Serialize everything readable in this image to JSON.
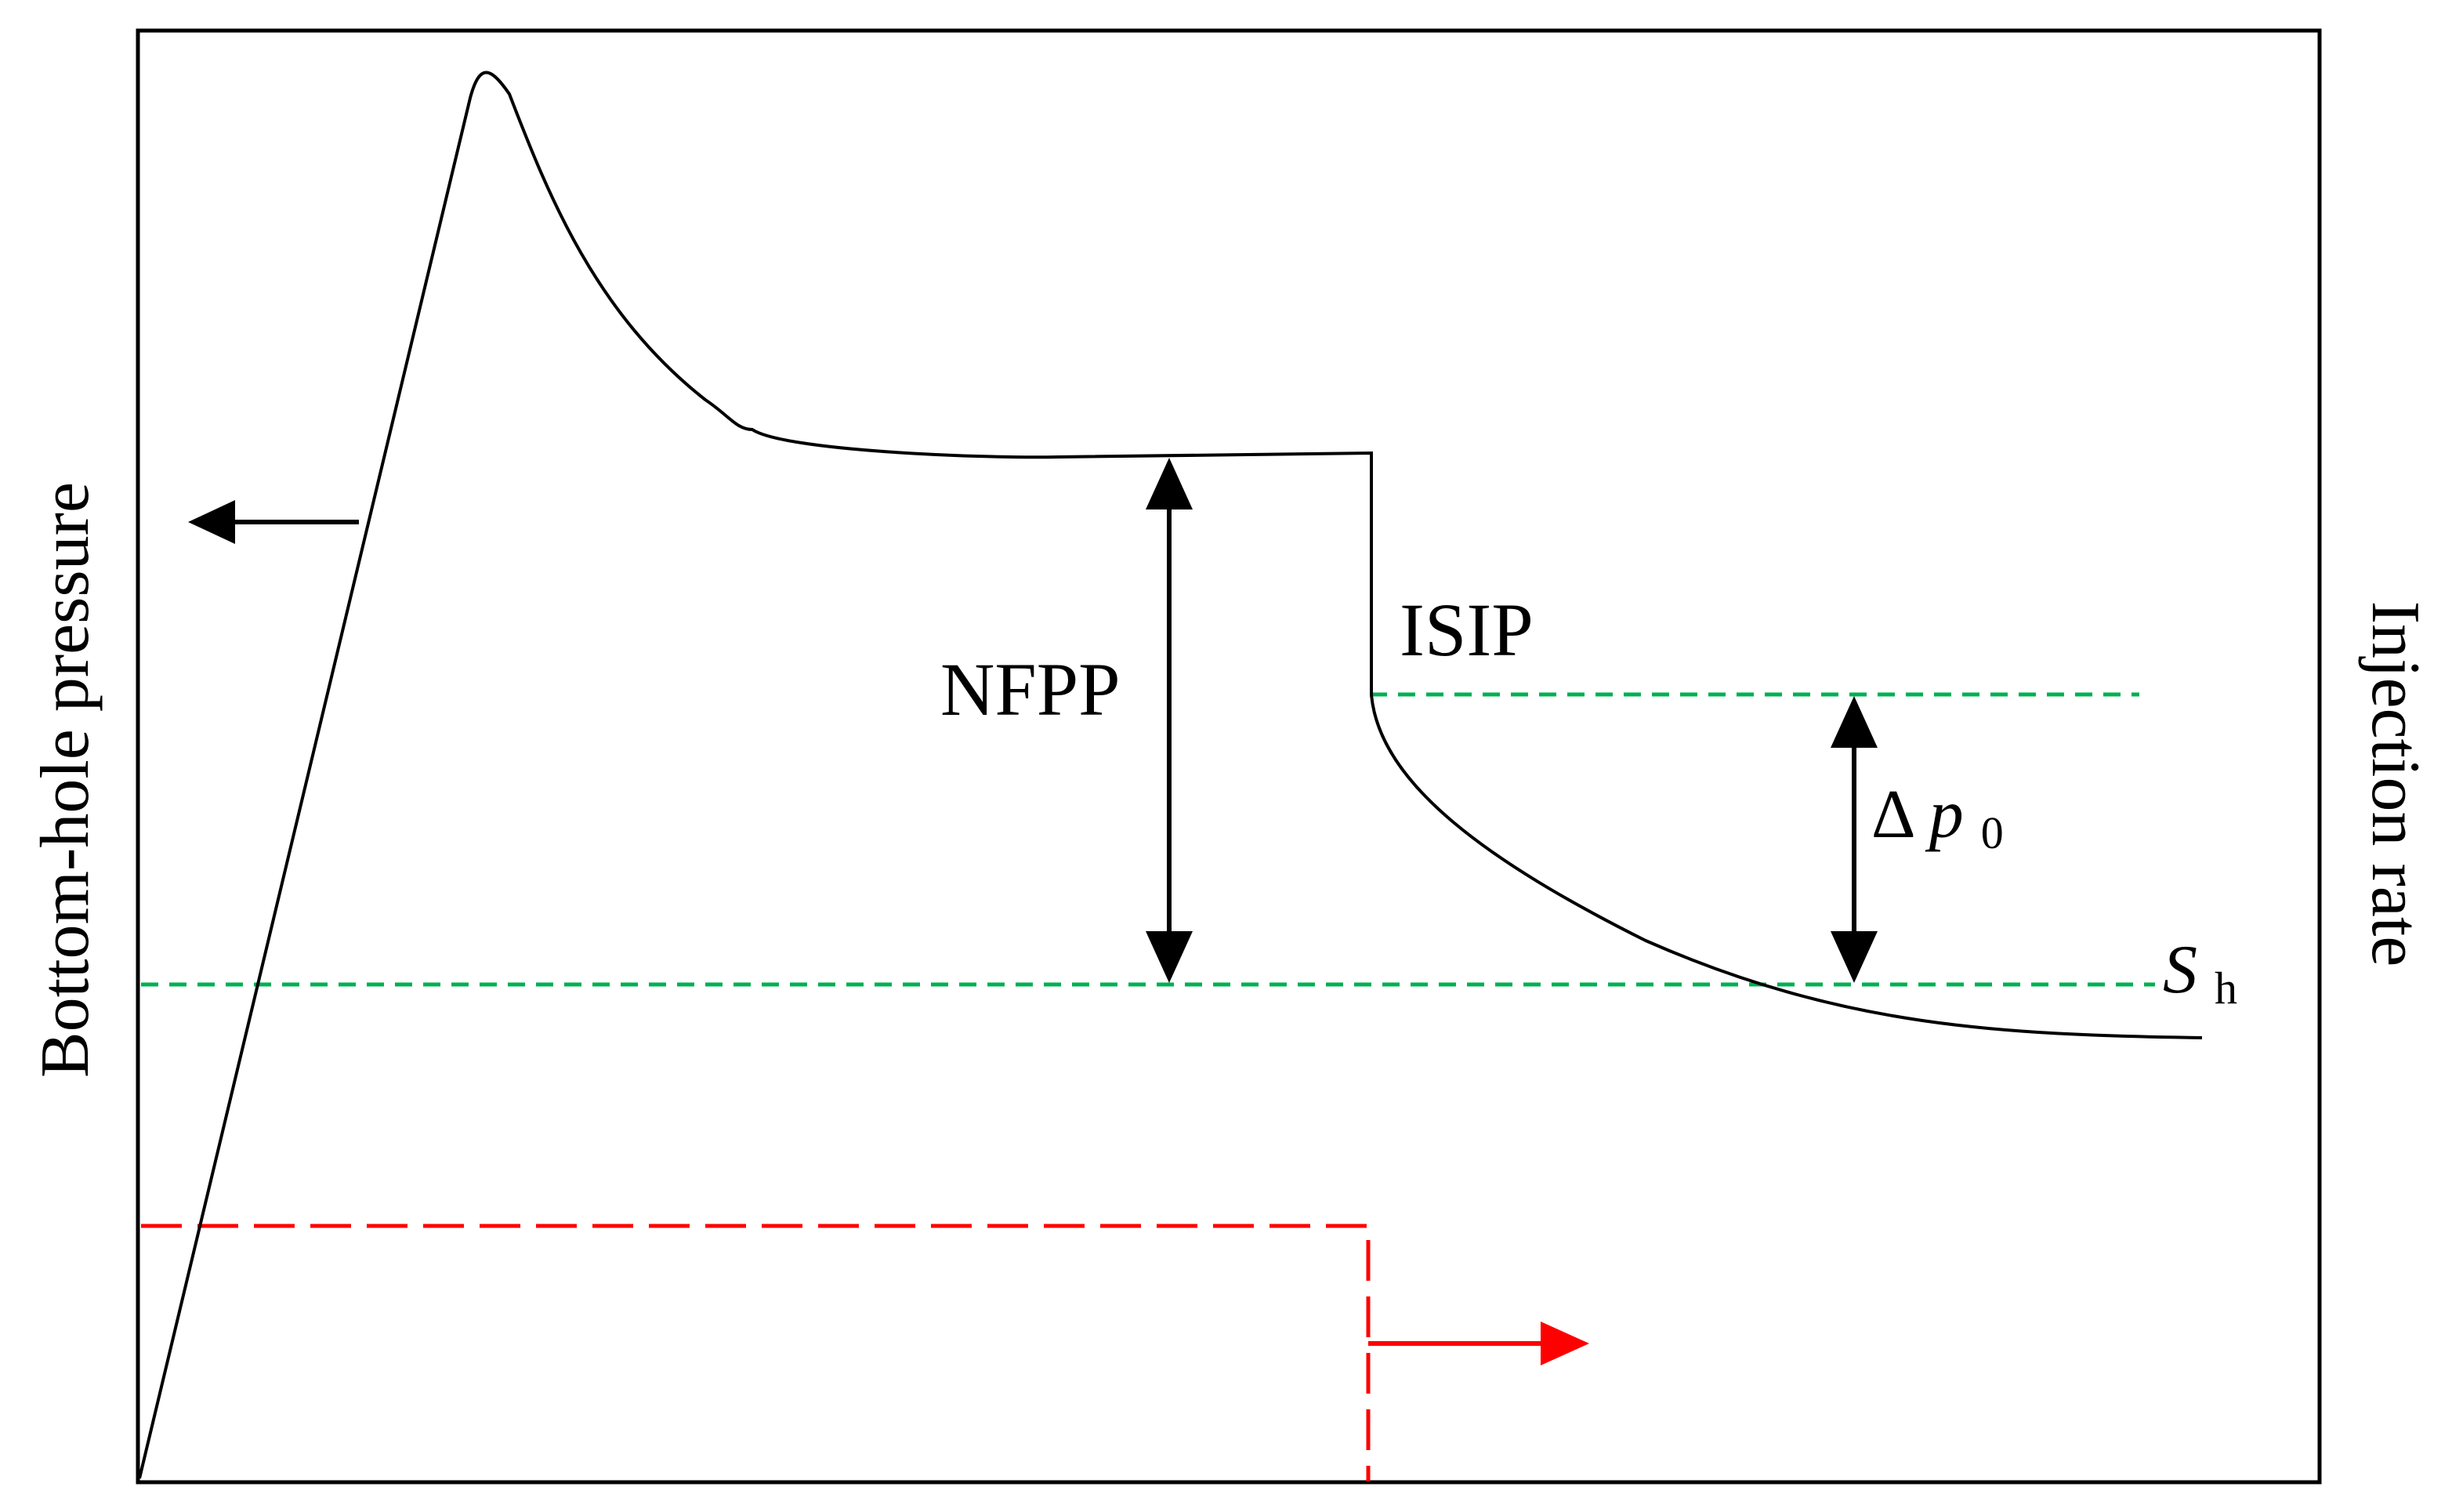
{
  "labels": {
    "y_left": "Bottom-hole pressure",
    "y_right": "Injection rate",
    "nfpp": "NFPP",
    "isip": "ISIP",
    "delta_symbol": "Δ",
    "delta_var": "p",
    "delta_sub": "0",
    "sh_var": "S",
    "sh_sub": "h"
  },
  "colors": {
    "frame": "#000000",
    "pressure_curve": "#000000",
    "injection_rate": "#ff0000",
    "reference_lines": "#00b050",
    "arrows": "#000000",
    "background": "#ffffff"
  },
  "icons": {
    "pressure_axis_pointer": "arrow-left-icon",
    "rate_axis_pointer": "arrow-right-icon",
    "nfpp_span": "double-arrow-vertical-icon",
    "delta_span": "double-arrow-vertical-icon"
  }
}
